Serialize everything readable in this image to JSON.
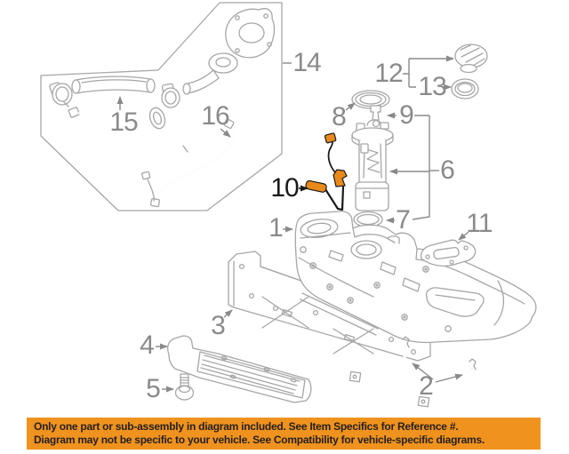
{
  "diagram": {
    "callouts": [
      {
        "label": "1"
      },
      {
        "label": "2"
      },
      {
        "label": "3"
      },
      {
        "label": "4"
      },
      {
        "label": "5"
      },
      {
        "label": "6"
      },
      {
        "label": "7"
      },
      {
        "label": "8"
      },
      {
        "label": "9"
      },
      {
        "label": "10"
      },
      {
        "label": "11"
      },
      {
        "label": "12"
      },
      {
        "label": "13"
      },
      {
        "label": "14"
      },
      {
        "label": "15"
      },
      {
        "label": "16"
      }
    ],
    "highlighted_part_label": "10",
    "colors": {
      "line_art": "#a6a6a6",
      "callout_label": "#8a8a8a",
      "highlight": "#e8891b",
      "highlight_label": "#1a1a1a"
    }
  },
  "banner": {
    "line1": "Only one part or sub-assembly in diagram included. See Item Specifics for Reference #.",
    "line2": "Diagram may not be specific to your vehicle. See Compatibility for vehicle-specific diagrams.",
    "background_color": "#f0921e",
    "text_color": "#231f20"
  }
}
